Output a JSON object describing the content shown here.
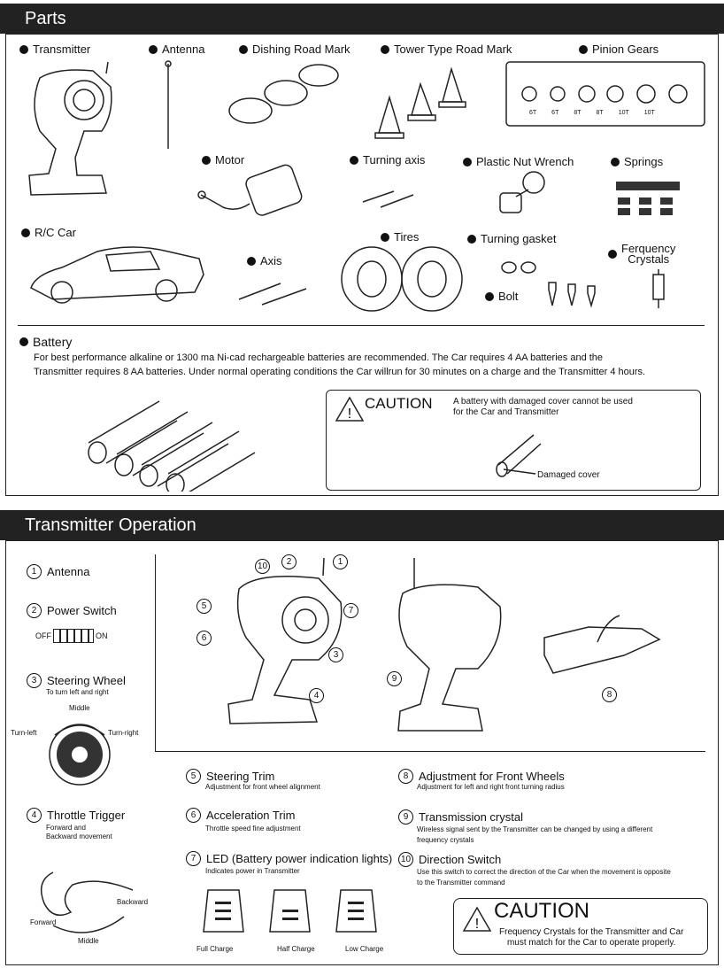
{
  "sections": {
    "parts_title": "Parts",
    "transmitter_title": "Transmitter Operation"
  },
  "parts": {
    "transmitter": "Transmitter",
    "antenna": "Antenna",
    "dishing_road_mark": "Dishing Road Mark",
    "tower_road_mark": "Tower Type Road Mark",
    "pinion_gears": "Pinion Gears",
    "gear_labels": [
      "6T",
      "6T",
      "8T",
      "8T",
      "10T",
      "10T"
    ],
    "motor": "Motor",
    "turning_axis": "Turning axis",
    "plastic_nut_wrench": "Plastic Nut Wrench",
    "springs": "Springs",
    "rc_car": "R/C Car",
    "axis": "Axis",
    "tires": "Tires",
    "turning_gasket": "Turning gasket",
    "frequency_crystals_1": "Ferquency",
    "frequency_crystals_2": "Crystals",
    "bolt": "Bolt"
  },
  "battery": {
    "title": "Battery",
    "text1": "For best performance alkaline or 1300 ma Ni-cad rechargeable batteries are recommended. The Car requires 4 AA batteries and the",
    "text2": "Transmitter requires 8 AA batteries. Under normal operating conditions the Car willrun for 30 minutes on a charge and the Transmitter 4 hours.",
    "caution_title": "CAUTION",
    "caution_text1": "A battery with damaged cover cannot be used",
    "caution_text2": "for the Car and Transmitter",
    "damaged_cover": "Damaged cover"
  },
  "operation": {
    "antenna": "Antenna",
    "power_switch": "Power Switch",
    "off": "OFF",
    "on": "ON",
    "steering_wheel": "Steering Wheel",
    "steering_wheel_sub": "To turn left and right",
    "middle": "Middle",
    "turn_left": "Turn-left",
    "turn_right": "Turn-right",
    "throttle_trigger": "Throttle Trigger",
    "throttle_sub1": "Forward and",
    "throttle_sub2": "Backward movement",
    "forward": "Forward",
    "backward": "Backward",
    "middle2": "Middle",
    "steering_trim": "Steering Trim",
    "steering_trim_sub": "Adjustment for front wheel alignment",
    "accel_trim": "Acceleration Trim",
    "accel_trim_sub": "Throttle speed fine adjustment",
    "led": "LED (Battery power indication lights)",
    "led_sub": "Indicates power in Transmitter",
    "full_charge": "Full Charge",
    "half_charge": "Half Charge",
    "low_charge": "Low Charge",
    "adj_front": "Adjustment for Front Wheels",
    "adj_front_sub": "Adjustment for left and right front turning radius",
    "trans_crystal": "Transmission crystal",
    "trans_crystal_sub1": "Wireless signal sent by the Transmitter can be changed by using a different",
    "trans_crystal_sub2": "frequency crystals",
    "direction_switch": "Direction Switch",
    "direction_sub1": "Use this switch to correct the direction of the Car when the movement is opposite",
    "direction_sub2": "to the Transmitter command",
    "caution_title": "CAUTION",
    "caution_text1": "Frequency Crystals for the Transmitter and Car",
    "caution_text2": "must match for the Car to operate properly."
  },
  "numbers": [
    "1",
    "2",
    "3",
    "4",
    "5",
    "6",
    "7",
    "8",
    "9",
    "10"
  ]
}
